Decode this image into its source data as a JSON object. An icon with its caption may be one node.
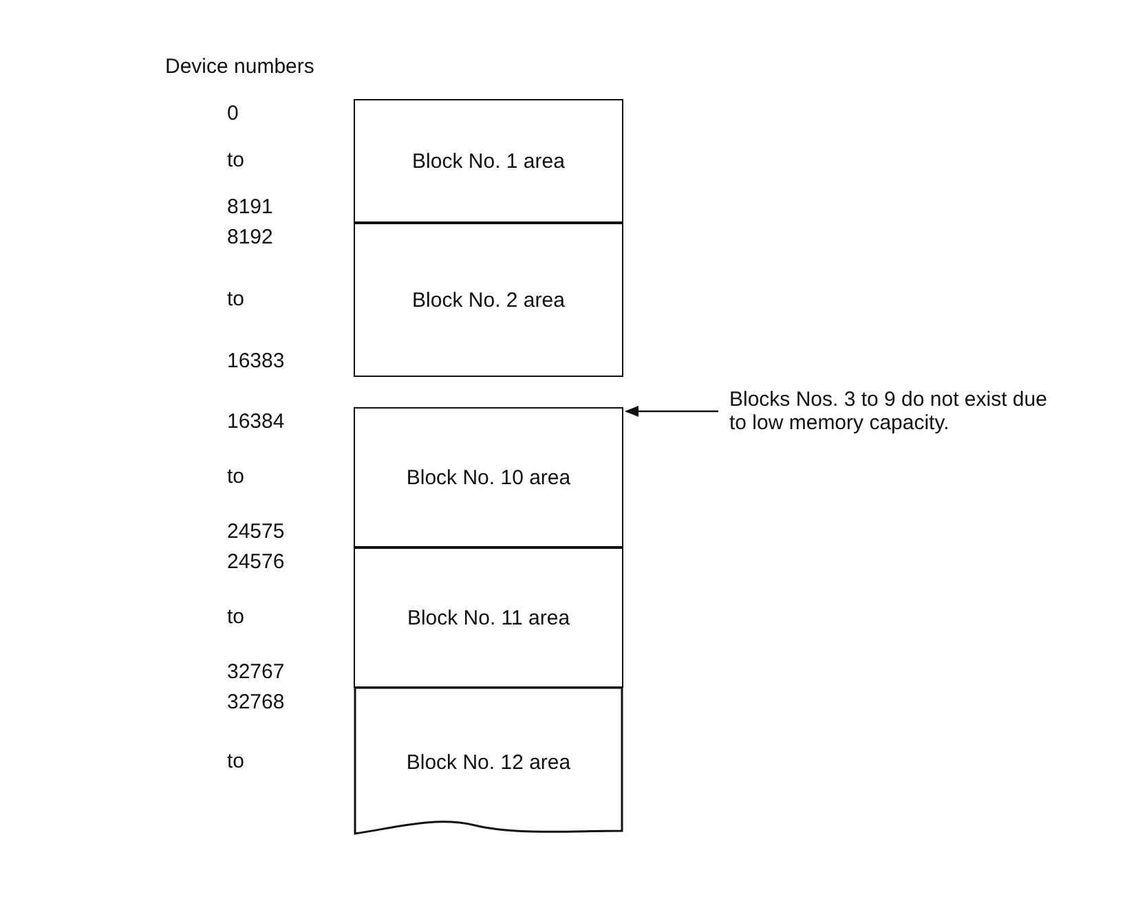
{
  "diagram": {
    "nodes": [
      {
        "text": [
          "Block No. 1 area"
        ],
        "beside": [
          "0",
          "to",
          "8191"
        ]
      },
      {
        "text": [
          "Block No. 2 area"
        ],
        "beside": [
          "8192",
          "to",
          "16383"
        ]
      },
      {
        "text": [
          "Block No. 10 area"
        ],
        "beside": [
          "16384",
          "to",
          "24575"
        ]
      },
      {
        "text": [
          "Block No. 11 area"
        ],
        "beside": [
          "24576",
          "to",
          "32767"
        ]
      },
      {
        "text": [
          "Block No. 12 area"
        ],
        "beside": [
          "32768",
          "to"
        ]
      },
      {
        "text": [
          "Blocks Nos. 3 to 9 do not exist due to low memory capacity."
        ]
      }
    ],
    "edges": [
      {
        "from": 5,
        "to": 2,
        "arrow": "to"
      }
    ],
    "labels": [
      "Device numbers"
    ]
  }
}
